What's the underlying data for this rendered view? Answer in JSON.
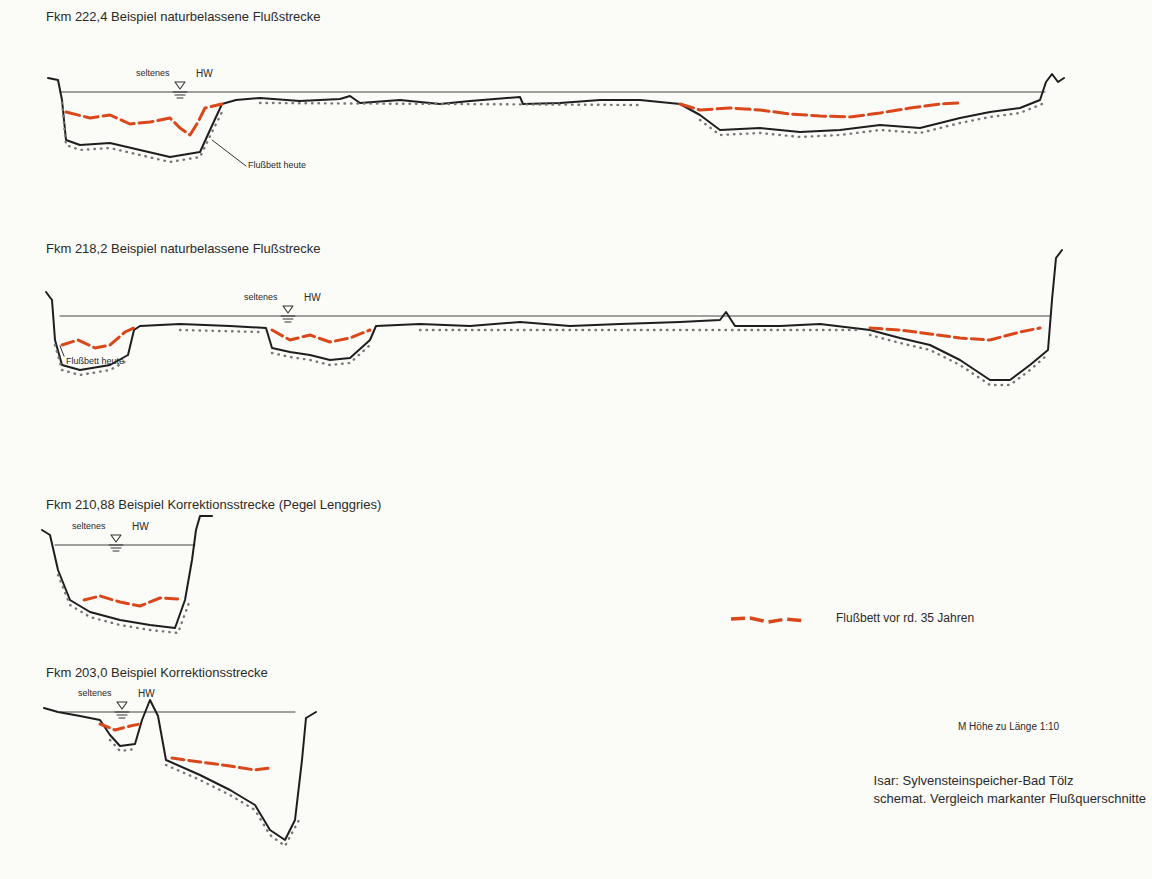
{
  "diagram": {
    "caption": "Isar: Sylvensteinspeicher-Bad Tölz schemat. Vergleich markanter Flußquerschnitte",
    "labels": [
      "Fkm 222,4 Beispiel naturbelassene Flußstrecke",
      "seltenes",
      "HW",
      "Flußbett heute",
      "Fkm 218,2 Beispiel naturbelassene Flußstrecke",
      "seltenes",
      "HW",
      "Flußbett heute",
      "Fkm 210,88 Beispiel Korrektionsstrecke (Pegel Lenggries)",
      "seltenes",
      "HW",
      "Fkm 203,0 Beispiel Korrektionsstrecke",
      "seltenes",
      "HW",
      "M Höhe zu Länge 1:10"
    ],
    "legend": [
      {
        "text": "Flußbett vor rd. 35 Jahren"
      }
    ]
  }
}
